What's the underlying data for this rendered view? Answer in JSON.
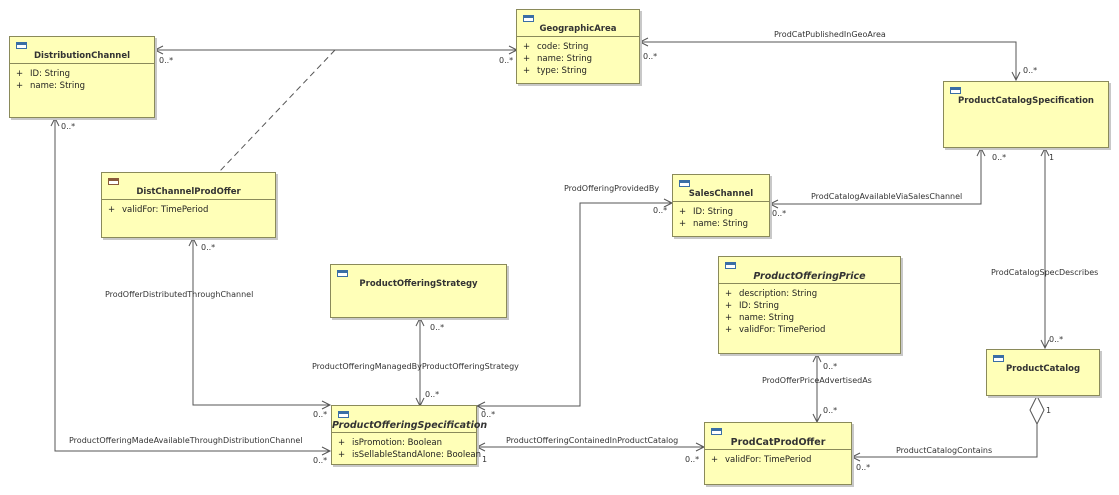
{
  "classes": {
    "distribution_channel": {
      "name": "DistributionChannel",
      "attributes": [
        {
          "vis": "+",
          "text": "ID: String"
        },
        {
          "vis": "+",
          "text": "name: String"
        }
      ]
    },
    "geographic_area": {
      "name": "GeographicArea",
      "attributes": [
        {
          "vis": "+",
          "text": "code: String"
        },
        {
          "vis": "+",
          "text": "name: String"
        },
        {
          "vis": "+",
          "text": "type: String"
        }
      ]
    },
    "product_catalog_specification": {
      "name": "ProductCatalogSpecification",
      "attributes": []
    },
    "dist_channel_prod_offer": {
      "name": "DistChannelProdOffer",
      "attributes": [
        {
          "vis": "+",
          "text": "validFor: TimePeriod"
        }
      ]
    },
    "sales_channel": {
      "name": "SalesChannel",
      "attributes": [
        {
          "vis": "+",
          "text": "ID: String"
        },
        {
          "vis": "+",
          "text": "name: String"
        }
      ]
    },
    "product_offering_strategy": {
      "name": "ProductOfferingStrategy",
      "attributes": []
    },
    "product_offering_price": {
      "name": "ProductOfferingPrice",
      "attributes": [
        {
          "vis": "+",
          "text": "description: String"
        },
        {
          "vis": "+",
          "text": "ID: String"
        },
        {
          "vis": "+",
          "text": "name: String"
        },
        {
          "vis": "+",
          "text": "validFor: TimePeriod"
        }
      ]
    },
    "product_catalog": {
      "name": "ProductCatalog",
      "attributes": []
    },
    "product_offering_specification": {
      "name": "ProductOfferingSpecification",
      "attributes": [
        {
          "vis": "+",
          "text": "isPromotion: Boolean"
        },
        {
          "vis": "+",
          "text": "isSellableStandAlone: Boolean"
        }
      ]
    },
    "prod_cat_prod_offer": {
      "name": "ProdCatProdOffer",
      "attributes": [
        {
          "vis": "+",
          "text": "validFor: TimePeriod"
        }
      ]
    }
  },
  "associations": {
    "prod_cat_published_in_geo_area": "ProdCatPublishedInGeoArea",
    "prod_offering_provided_by": "ProdOfferingProvidedBy",
    "prod_catalog_available_via_sales_channel": "ProdCatalogAvailableViaSalesChannel",
    "prod_catalog_spec_describes": "ProdCatalogSpecDescribes",
    "prod_offer_distributed_through_channel": "ProdOfferDistributedThroughChannel",
    "product_offering_managed_by_strategy": "ProductOfferingManagedByProductOfferingStrategy",
    "prod_offer_price_advertised_as": "ProdOfferPriceAdvertisedAs",
    "product_offering_made_available_through_distribution_channel": "ProductOfferingMadeAvailableThroughDistributionChannel",
    "product_offering_contained_in_product_catalog": "ProductOfferingContainedInProductCatalog",
    "product_catalog_contains": "ProductCatalogContains"
  },
  "multiplicities": {
    "many": "0..*",
    "one": "1"
  }
}
